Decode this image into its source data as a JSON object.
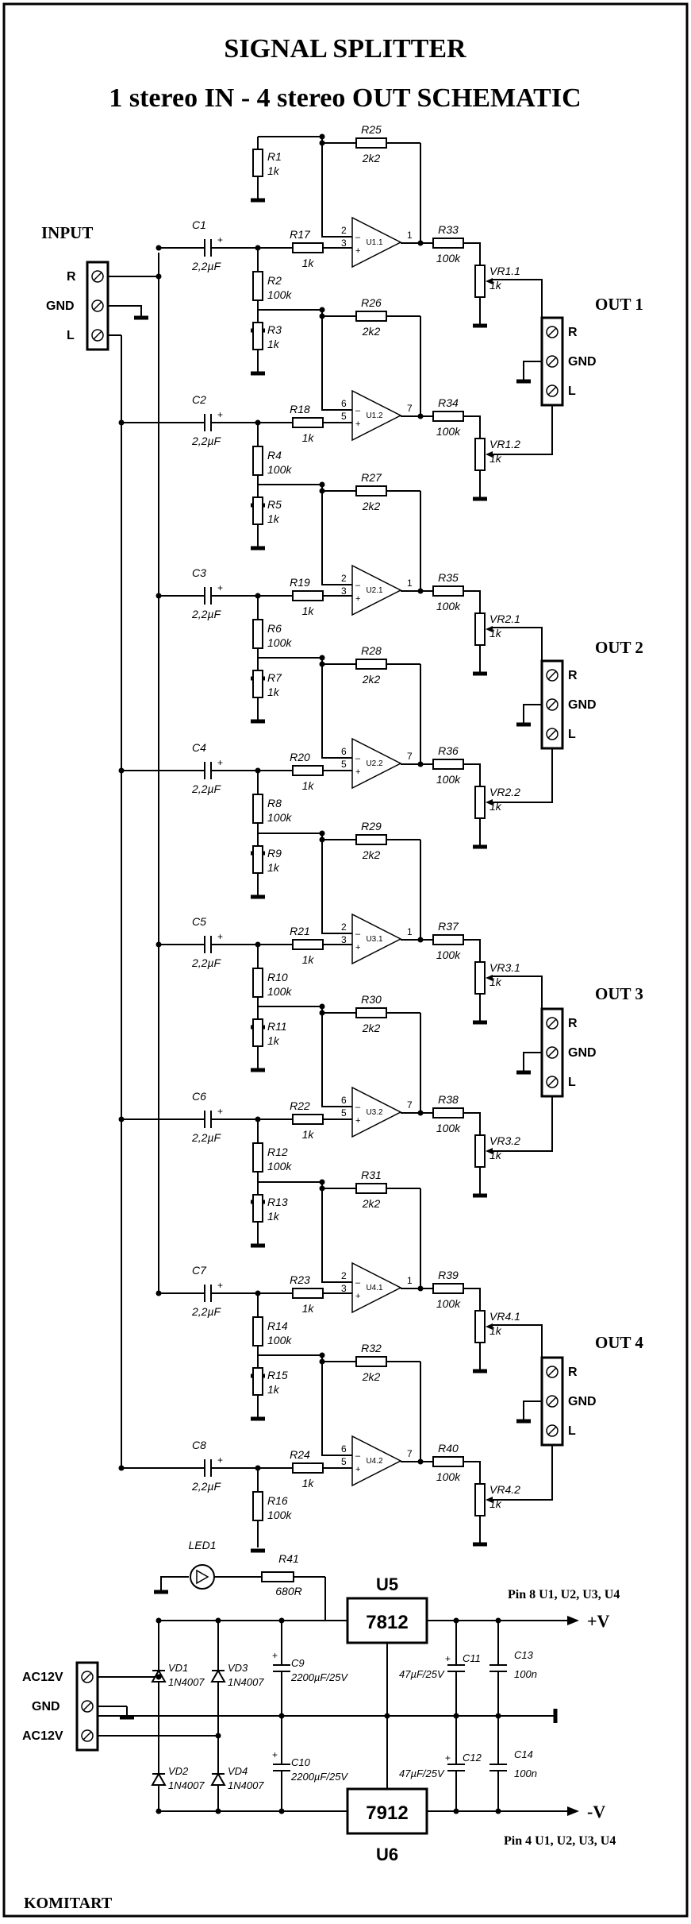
{
  "title": {
    "line1": "SIGNAL  SPLITTER",
    "line2": "1 stereo IN - 4 stereo OUT SCHEMATIC"
  },
  "input": {
    "label": "INPUT",
    "pins": [
      "R",
      "GND",
      "L"
    ]
  },
  "outputs": [
    {
      "label": "OUT 1",
      "pins": [
        "R",
        "GND",
        "L"
      ]
    },
    {
      "label": "OUT 2",
      "pins": [
        "R",
        "GND",
        "L"
      ]
    },
    {
      "label": "OUT 3",
      "pins": [
        "R",
        "GND",
        "L"
      ]
    },
    {
      "label": "OUT 4",
      "pins": [
        "R",
        "GND",
        "L"
      ]
    }
  ],
  "channels": [
    {
      "c": "C1",
      "rt": "R1",
      "rb": "R2",
      "rin": "R17",
      "rf": "R25",
      "op": "U1.1",
      "pm": "2",
      "pp": "3",
      "po": "1",
      "rout": "R33",
      "vr": "VR1.1"
    },
    {
      "c": "C2",
      "rt": "R3",
      "rb": "R4",
      "rin": "R18",
      "rf": "R26",
      "op": "U1.2",
      "pm": "6",
      "pp": "5",
      "po": "7",
      "rout": "R34",
      "vr": "VR1.2"
    },
    {
      "c": "C3",
      "rt": "R5",
      "rb": "R6",
      "rin": "R19",
      "rf": "R27",
      "op": "U2.1",
      "pm": "2",
      "pp": "3",
      "po": "1",
      "rout": "R35",
      "vr": "VR2.1"
    },
    {
      "c": "C4",
      "rt": "R7",
      "rb": "R8",
      "rin": "R20",
      "rf": "R28",
      "op": "U2.2",
      "pm": "6",
      "pp": "5",
      "po": "7",
      "rout": "R36",
      "vr": "VR2.2"
    },
    {
      "c": "C5",
      "rt": "R9",
      "rb": "R10",
      "rin": "R21",
      "rf": "R29",
      "op": "U3.1",
      "pm": "2",
      "pp": "3",
      "po": "1",
      "rout": "R37",
      "vr": "VR3.1"
    },
    {
      "c": "C6",
      "rt": "R11",
      "rb": "R12",
      "rin": "R22",
      "rf": "R30",
      "op": "U3.2",
      "pm": "6",
      "pp": "5",
      "po": "7",
      "rout": "R38",
      "vr": "VR3.2"
    },
    {
      "c": "C7",
      "rt": "R13",
      "rb": "R14",
      "rin": "R23",
      "rf": "R31",
      "op": "U4.1",
      "pm": "2",
      "pp": "3",
      "po": "1",
      "rout": "R39",
      "vr": "VR4.1"
    },
    {
      "c": "C8",
      "rt": "R15",
      "rb": "R16",
      "rin": "R24",
      "rf": "R32",
      "op": "U4.2",
      "pm": "6",
      "pp": "5",
      "po": "7",
      "rout": "R40",
      "vr": "VR4.2"
    }
  ],
  "values": {
    "cap": "2,2µF",
    "r1k": "1k",
    "r100k": "100k",
    "r2k2": "2k2",
    "vr": "1k"
  },
  "power": {
    "led": "LED1",
    "r41": "R41",
    "r41v": "680R",
    "u5": "U5",
    "reg_pos": "7812",
    "u6": "U6",
    "reg_neg": "7912",
    "vd1": "VD1",
    "vd2": "VD2",
    "vd3": "VD3",
    "vd4": "VD4",
    "diode": "1N4007",
    "c9": "C9",
    "c10": "C10",
    "bigcap": "2200µF/25V",
    "c11": "C11",
    "c12": "C12",
    "midcap": "47µF/25V",
    "c13": "C13",
    "c14": "C14",
    "smallcap": "100n",
    "vpos": "+V",
    "vneg": "-V",
    "pin8": "Pin 8  U1, U2, U3, U4",
    "pin4": "Pin 4  U1, U2, U3, U4",
    "ac_pins": [
      "AC12V",
      "GND",
      "AC12V"
    ]
  },
  "footer": "KOMITART"
}
